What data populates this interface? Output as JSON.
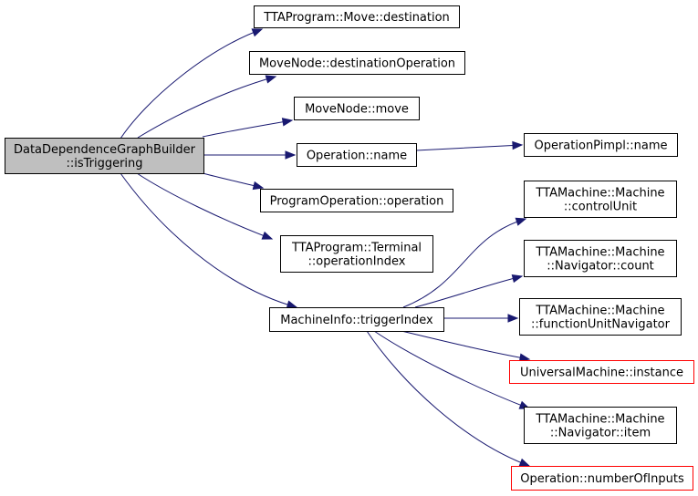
{
  "colors": {
    "edge": "#191970",
    "root_fill": "#bfbfbf",
    "node_fill": "#ffffff",
    "node_border": "#000000",
    "missing_border": "#ff0000"
  },
  "nodes": {
    "root": [
      "DataDependenceGraphBuilder",
      "::isTriggering"
    ],
    "move_destination": [
      "TTAProgram::Move::destination"
    ],
    "dest_operation": [
      "MoveNode::destinationOperation"
    ],
    "movenode_move": [
      "MoveNode::move"
    ],
    "operation_name": [
      "Operation::name"
    ],
    "pimpl_name": [
      "OperationPimpl::name"
    ],
    "program_operation": [
      "ProgramOperation::operation"
    ],
    "operation_index": [
      "TTAProgram::Terminal",
      "::operationIndex"
    ],
    "trigger_index": [
      "MachineInfo::triggerIndex"
    ],
    "control_unit": [
      "TTAMachine::Machine",
      "::controlUnit"
    ],
    "navigator_count": [
      "TTAMachine::Machine",
      "::Navigator::count"
    ],
    "fu_navigator": [
      "TTAMachine::Machine",
      "::functionUnitNavigator"
    ],
    "um_instance": [
      "UniversalMachine::instance"
    ],
    "navigator_item": [
      "TTAMachine::Machine",
      "::Navigator::item"
    ],
    "number_of_inputs": [
      "Operation::numberOfInputs"
    ]
  },
  "edges": [
    [
      "root",
      "move_destination"
    ],
    [
      "root",
      "dest_operation"
    ],
    [
      "root",
      "movenode_move"
    ],
    [
      "root",
      "operation_name"
    ],
    [
      "root",
      "program_operation"
    ],
    [
      "root",
      "operation_index"
    ],
    [
      "root",
      "trigger_index"
    ],
    [
      "operation_name",
      "pimpl_name"
    ],
    [
      "trigger_index",
      "control_unit"
    ],
    [
      "trigger_index",
      "navigator_count"
    ],
    [
      "trigger_index",
      "fu_navigator"
    ],
    [
      "trigger_index",
      "um_instance"
    ],
    [
      "trigger_index",
      "navigator_item"
    ],
    [
      "trigger_index",
      "number_of_inputs"
    ]
  ]
}
